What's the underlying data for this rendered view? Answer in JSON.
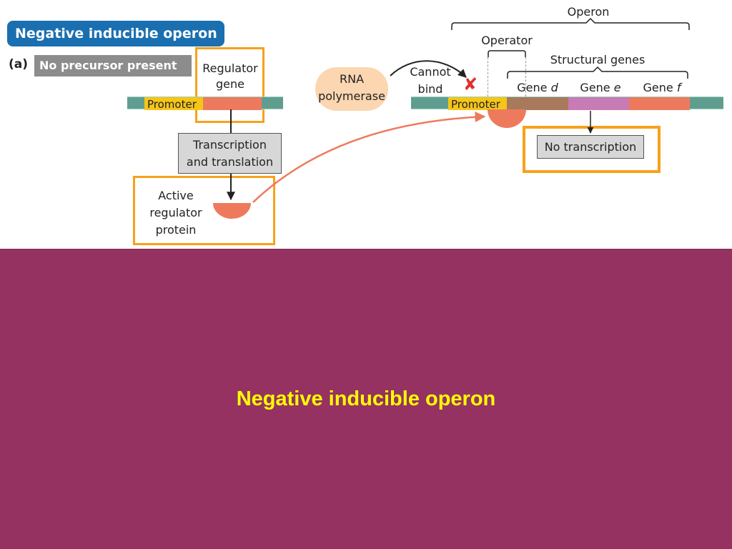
{
  "figure": {
    "title": "Negative inducible operon",
    "panel_label": "(a)",
    "condition": "No precursor present",
    "regulator_gene_label": "Regulator gene",
    "promoter_label": "Promoter",
    "transcription_box": "Transcription and translation",
    "active_regulator_label": "Active regulator protein",
    "rna_polymerase_label": "RNA polymerase",
    "cannot_bind_label": "Cannot bind",
    "operon_label": "Operon",
    "operator_label": "Operator",
    "structural_genes_label": "Structural genes",
    "genes": [
      {
        "prefix": "Gene ",
        "letter": "d"
      },
      {
        "prefix": "Gene ",
        "letter": "e"
      },
      {
        "prefix": "Gene ",
        "letter": "f"
      }
    ],
    "no_transcription": "No transcription",
    "colors": {
      "title_pill": "#1a6fb0",
      "condition_tag": "#8c8c8c",
      "dna": "#5f9e8f",
      "promoter": "#f5c518",
      "regulator_gene": "#ee7a5d",
      "regulator_protein": "#ee7a5d",
      "operator": "#a8795b",
      "gene_d": "#a8795b",
      "gene_e": "#c87bb5",
      "gene_f": "#ee7a5d",
      "rna_polymerase": "#fbd6b0",
      "highlight_frame": "#f7a11a",
      "slide_background": "#953262",
      "slide_title": "#ffff00"
    }
  },
  "slide": {
    "title": "Negative inducible operon"
  }
}
